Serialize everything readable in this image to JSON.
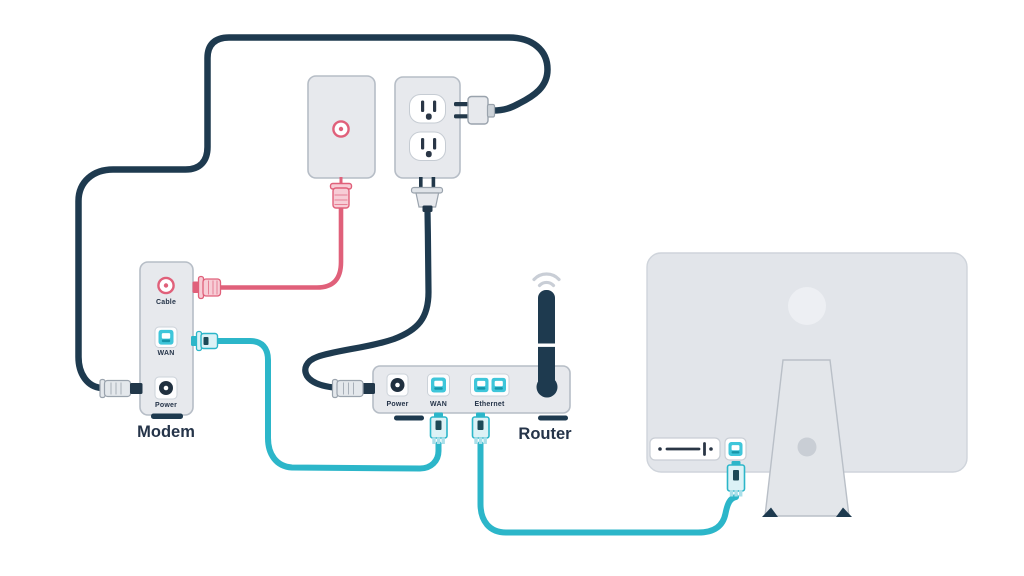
{
  "diagram_title": "",
  "modem": {
    "label": "Modem",
    "ports": {
      "cable": "Cable",
      "wan": "WAN",
      "power": "Power"
    }
  },
  "router": {
    "label": "Router",
    "ports": {
      "power": "Power",
      "wan": "WAN",
      "ethernet": "Ethernet"
    }
  },
  "icons": {
    "wifi": "wifi-waves-icon",
    "ethernet_port": "rj45-port-icon",
    "coax_port": "coax-connector-icon",
    "power_port": "barrel-jack-icon",
    "power_outlet": "duplex-outlet-icon"
  },
  "colors": {
    "background": "#ffffff",
    "cable_dark": "#1e3a4f",
    "cable_teal": "#2cb6c9",
    "cable_pink": "#e0607a",
    "connector_teal_light": "#dcf2f6",
    "connector_pink_light": "#f7cdd6",
    "device_fill": "#e7e9ed",
    "device_border": "#b6bdc6",
    "port_teal": "#3fc6da",
    "port_teal_dark": "#1595a9",
    "label_dark": "#253449",
    "monitor_fill": "#e2e5ea",
    "wifi_gray": "#c9ced6"
  },
  "connections": [
    {
      "name": "outlet-to-modem-power",
      "color": "#1e3a4f",
      "from": "power-outlet-top-plug",
      "to": "modem-power-port"
    },
    {
      "name": "outlet-to-router-power",
      "color": "#1e3a4f",
      "from": "power-outlet-bottom-plug",
      "to": "router-power-port"
    },
    {
      "name": "coax-wall-to-modem",
      "color": "#e0607a",
      "from": "coax-wall-plate",
      "to": "modem-cable-port"
    },
    {
      "name": "modem-wan-to-router-wan",
      "color": "#2cb6c9",
      "from": "modem-wan-port",
      "to": "router-wan-port"
    },
    {
      "name": "router-ethernet-to-computer",
      "color": "#2cb6c9",
      "from": "router-ethernet-port",
      "to": "computer-ethernet-port"
    }
  ]
}
